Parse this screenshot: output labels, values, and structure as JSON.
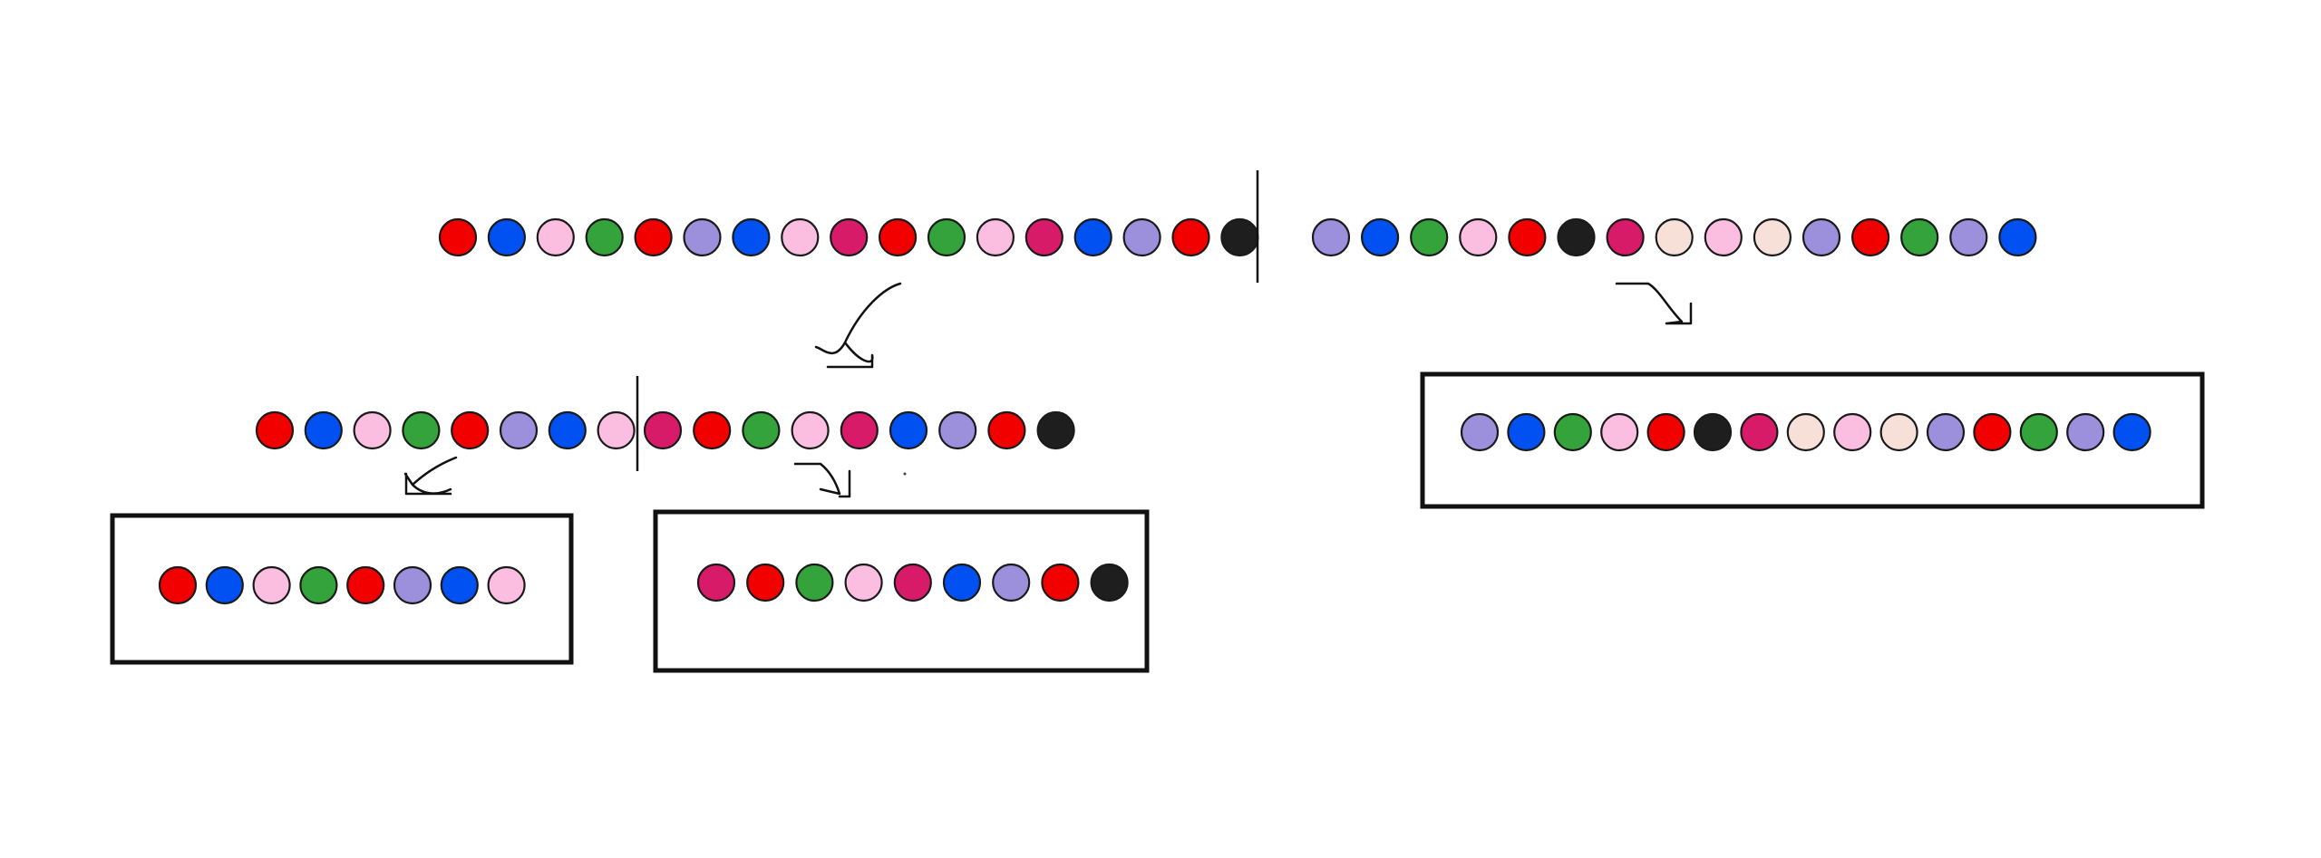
{
  "palette": {
    "red": "#f20000",
    "blue": "#0050f2",
    "light-pink": "#fbbde0",
    "green": "#35a33c",
    "lavender": "#9c8fdc",
    "magenta": "#d81b68",
    "black": "#1e1e1e",
    "peach": "#f6e0d8"
  },
  "sequences": {
    "full": {
      "left_half": [
        "red",
        "blue",
        "light-pink",
        "green",
        "red",
        "lavender",
        "blue",
        "light-pink",
        "magenta",
        "red",
        "green",
        "light-pink",
        "magenta",
        "blue",
        "lavender",
        "red",
        "black"
      ],
      "right_half": [
        "lavender",
        "blue",
        "green",
        "light-pink",
        "red",
        "black",
        "magenta",
        "peach",
        "light-pink",
        "peach",
        "lavender",
        "red",
        "green",
        "lavender",
        "blue"
      ]
    },
    "left_split": {
      "left_half": [
        "red",
        "blue",
        "light-pink",
        "green",
        "red",
        "lavender",
        "blue",
        "light-pink"
      ],
      "right_half": [
        "magenta",
        "red",
        "green",
        "light-pink",
        "magenta",
        "blue",
        "lavender",
        "red",
        "black"
      ]
    },
    "result_boxes": [
      [
        "red",
        "blue",
        "light-pink",
        "green",
        "red",
        "lavender",
        "blue",
        "light-pink"
      ],
      [
        "magenta",
        "red",
        "green",
        "light-pink",
        "magenta",
        "blue",
        "lavender",
        "red",
        "black"
      ],
      [
        "lavender",
        "blue",
        "green",
        "light-pink",
        "red",
        "black",
        "magenta",
        "peach",
        "light-pink",
        "peach",
        "lavender",
        "red",
        "green",
        "lavender",
        "blue"
      ]
    ]
  },
  "arrow_icons": [
    "curved-arrow-down-left-icon",
    "curved-arrow-down-right-icon",
    "curved-arrow-down-left-icon",
    "curved-arrow-down-right-icon"
  ]
}
